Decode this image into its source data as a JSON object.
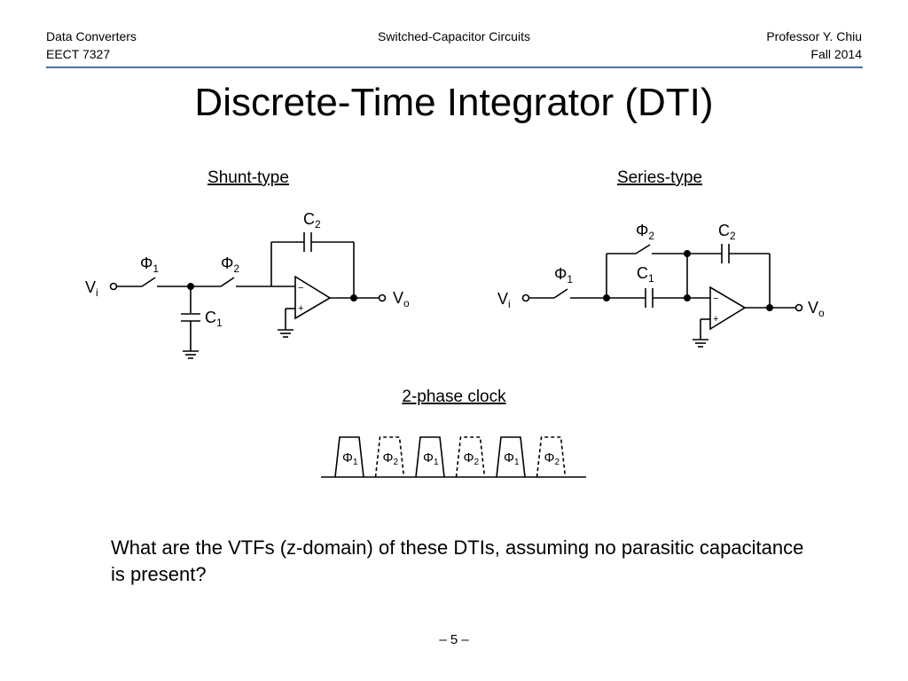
{
  "header": {
    "left_line1": "Data Converters",
    "left_line2": "EECT 7327",
    "center": "Switched-Capacitor Circuits",
    "right_line1": "Professor Y. Chiu",
    "right_line2": "Fall 2014"
  },
  "title": "Discrete-Time Integrator (DTI)",
  "shunt": {
    "heading": "Shunt-type",
    "vin": "V",
    "vin_sub": "i",
    "vout": "V",
    "vout_sub": "o",
    "phi1": "Φ",
    "phi1_sub": "1",
    "phi2": "Φ",
    "phi2_sub": "2",
    "c1": "C",
    "c1_sub": "1",
    "c2": "C",
    "c2_sub": "2",
    "op_minus": "−",
    "op_plus": "+"
  },
  "series": {
    "heading": "Series-type",
    "vin": "V",
    "vin_sub": "i",
    "vout": "V",
    "vout_sub": "o",
    "phi1": "Φ",
    "phi1_sub": "1",
    "phi2": "Φ",
    "phi2_sub": "2",
    "c1": "C",
    "c1_sub": "1",
    "c2": "C",
    "c2_sub": "2",
    "op_minus": "−",
    "op_plus": "+"
  },
  "clock": {
    "heading": "2-phase clock",
    "pulses": [
      {
        "label": "Φ",
        "sub": "1"
      },
      {
        "label": "Φ",
        "sub": "2"
      },
      {
        "label": "Φ",
        "sub": "1"
      },
      {
        "label": "Φ",
        "sub": "2"
      },
      {
        "label": "Φ",
        "sub": "1"
      },
      {
        "label": "Φ",
        "sub": "2"
      }
    ]
  },
  "question": "What are the VTFs (z-domain) of these DTIs, assuming no parasitic capacitance is present?",
  "page_number": "– 5 –"
}
